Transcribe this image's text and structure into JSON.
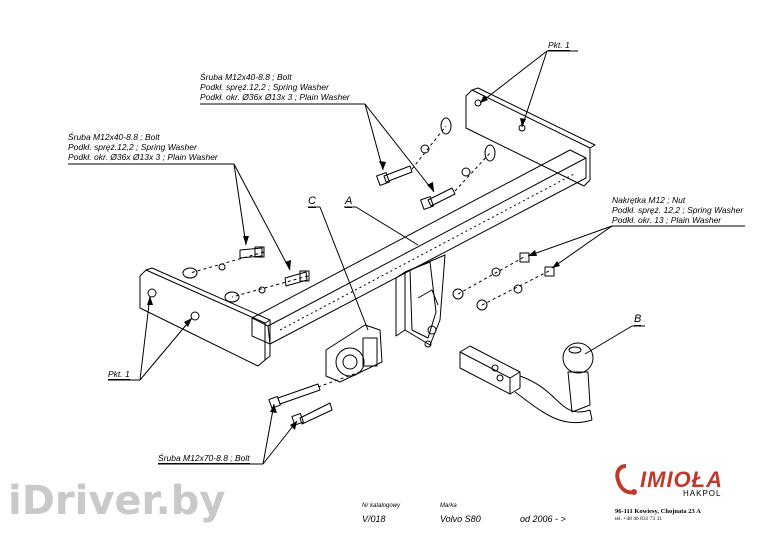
{
  "labels": {
    "bolt_top": [
      "Śruba M12x40-8.8 ;  Bolt",
      "Podkł. spręż.12,2 ; Spring Washer",
      "Podkł. okr.  Ø36x Ø13x 3 ; Plain Washer"
    ],
    "bolt_left": [
      "Śruba M12x40-8.8 ;  Bolt",
      "Podkł. spręż.12,2 ; Spring Washer",
      "Podkł. okr.  Ø36x Ø13x 3 ; Plain Washer"
    ],
    "nut_right": [
      "Nakrętka  M12 ; Nut",
      "Podkł. spręż. 12,2 ; Spring Washer",
      "Podkł. okr. 13 ; Plain Washer"
    ],
    "bolt_bottom": "Śruba M12x70-8.8 ;  Bolt",
    "pkt_top": "Pkt. 1",
    "pkt_left": "Pkt. 1"
  },
  "parts": {
    "a": "A",
    "b": "B",
    "c": "C"
  },
  "footer": {
    "catalog_label": "Nr katalogowy",
    "catalog_value": "V/018",
    "brand_label": "Marka",
    "brand_value": "Volvo S80",
    "date_value": "od  2006 - >"
  },
  "watermark": "iDriver.by",
  "logo": {
    "name": "IMIOŁA",
    "sub": "HAKPOL",
    "address": "96-111 Kowiesy, Chojnata 23 A",
    "phone": "tel. +48 46 831 73 31"
  },
  "colors": {
    "line": "#000000",
    "brand_red": "#c0392b",
    "watermark": "#c9c9c9"
  }
}
